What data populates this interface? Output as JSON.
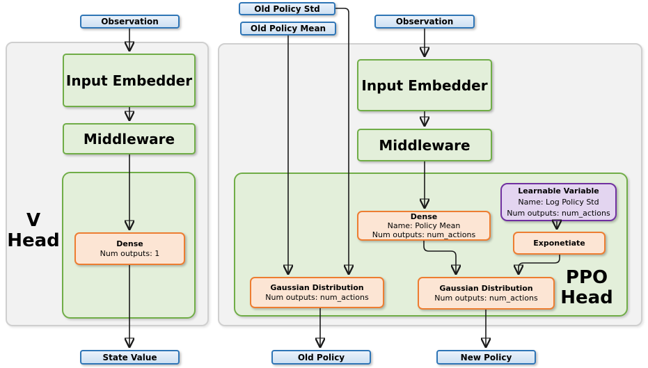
{
  "colors": {
    "blue_border": "#2E75B6",
    "blue_fill_top": "#EAF2FB",
    "blue_fill_bottom": "#CEE0F2",
    "green_border": "#70AD47",
    "green_fill": "#E3EFDA",
    "orange_border": "#ED7D31",
    "orange_fill": "#FCE5D4",
    "purple_border": "#7030A0",
    "purple_fill": "#E3D5F0",
    "panel_fill": "#F2F2F2",
    "panel_border": "#CFCFCF",
    "connector": "#1A1A1A"
  },
  "v_network": {
    "observation_label": "Observation",
    "input_embedder_label": "Input Embedder",
    "middleware_label": "Middleware",
    "head_line1": "V",
    "head_line2": "Head",
    "dense": {
      "title": "Dense",
      "outputs": "Num outputs: 1"
    },
    "state_value_label": "State Value"
  },
  "ppo_network": {
    "old_policy_std_label": "Old Policy Std",
    "old_policy_mean_label": "Old Policy Mean",
    "observation_label": "Observation",
    "input_embedder_label": "Input Embedder",
    "middleware_label": "Middleware",
    "head_line1": "PPO",
    "head_line2": "Head",
    "dense": {
      "title": "Dense",
      "name": "Name: Policy Mean",
      "outputs": "Num outputs: num_actions"
    },
    "learnable_variable": {
      "title": "Learnable Variable",
      "name": "Name: Log Policy Std",
      "outputs": "Num outputs: num_actions"
    },
    "exponetiate_label": "Exponetiate",
    "gaussian_old": {
      "title": "Gaussian Distribution",
      "outputs": "Num outputs: num_actions"
    },
    "gaussian_new": {
      "title": "Gaussian Distribution",
      "outputs": "Num outputs: num_actions"
    },
    "old_policy_label": "Old Policy",
    "new_policy_label": "New Policy"
  }
}
